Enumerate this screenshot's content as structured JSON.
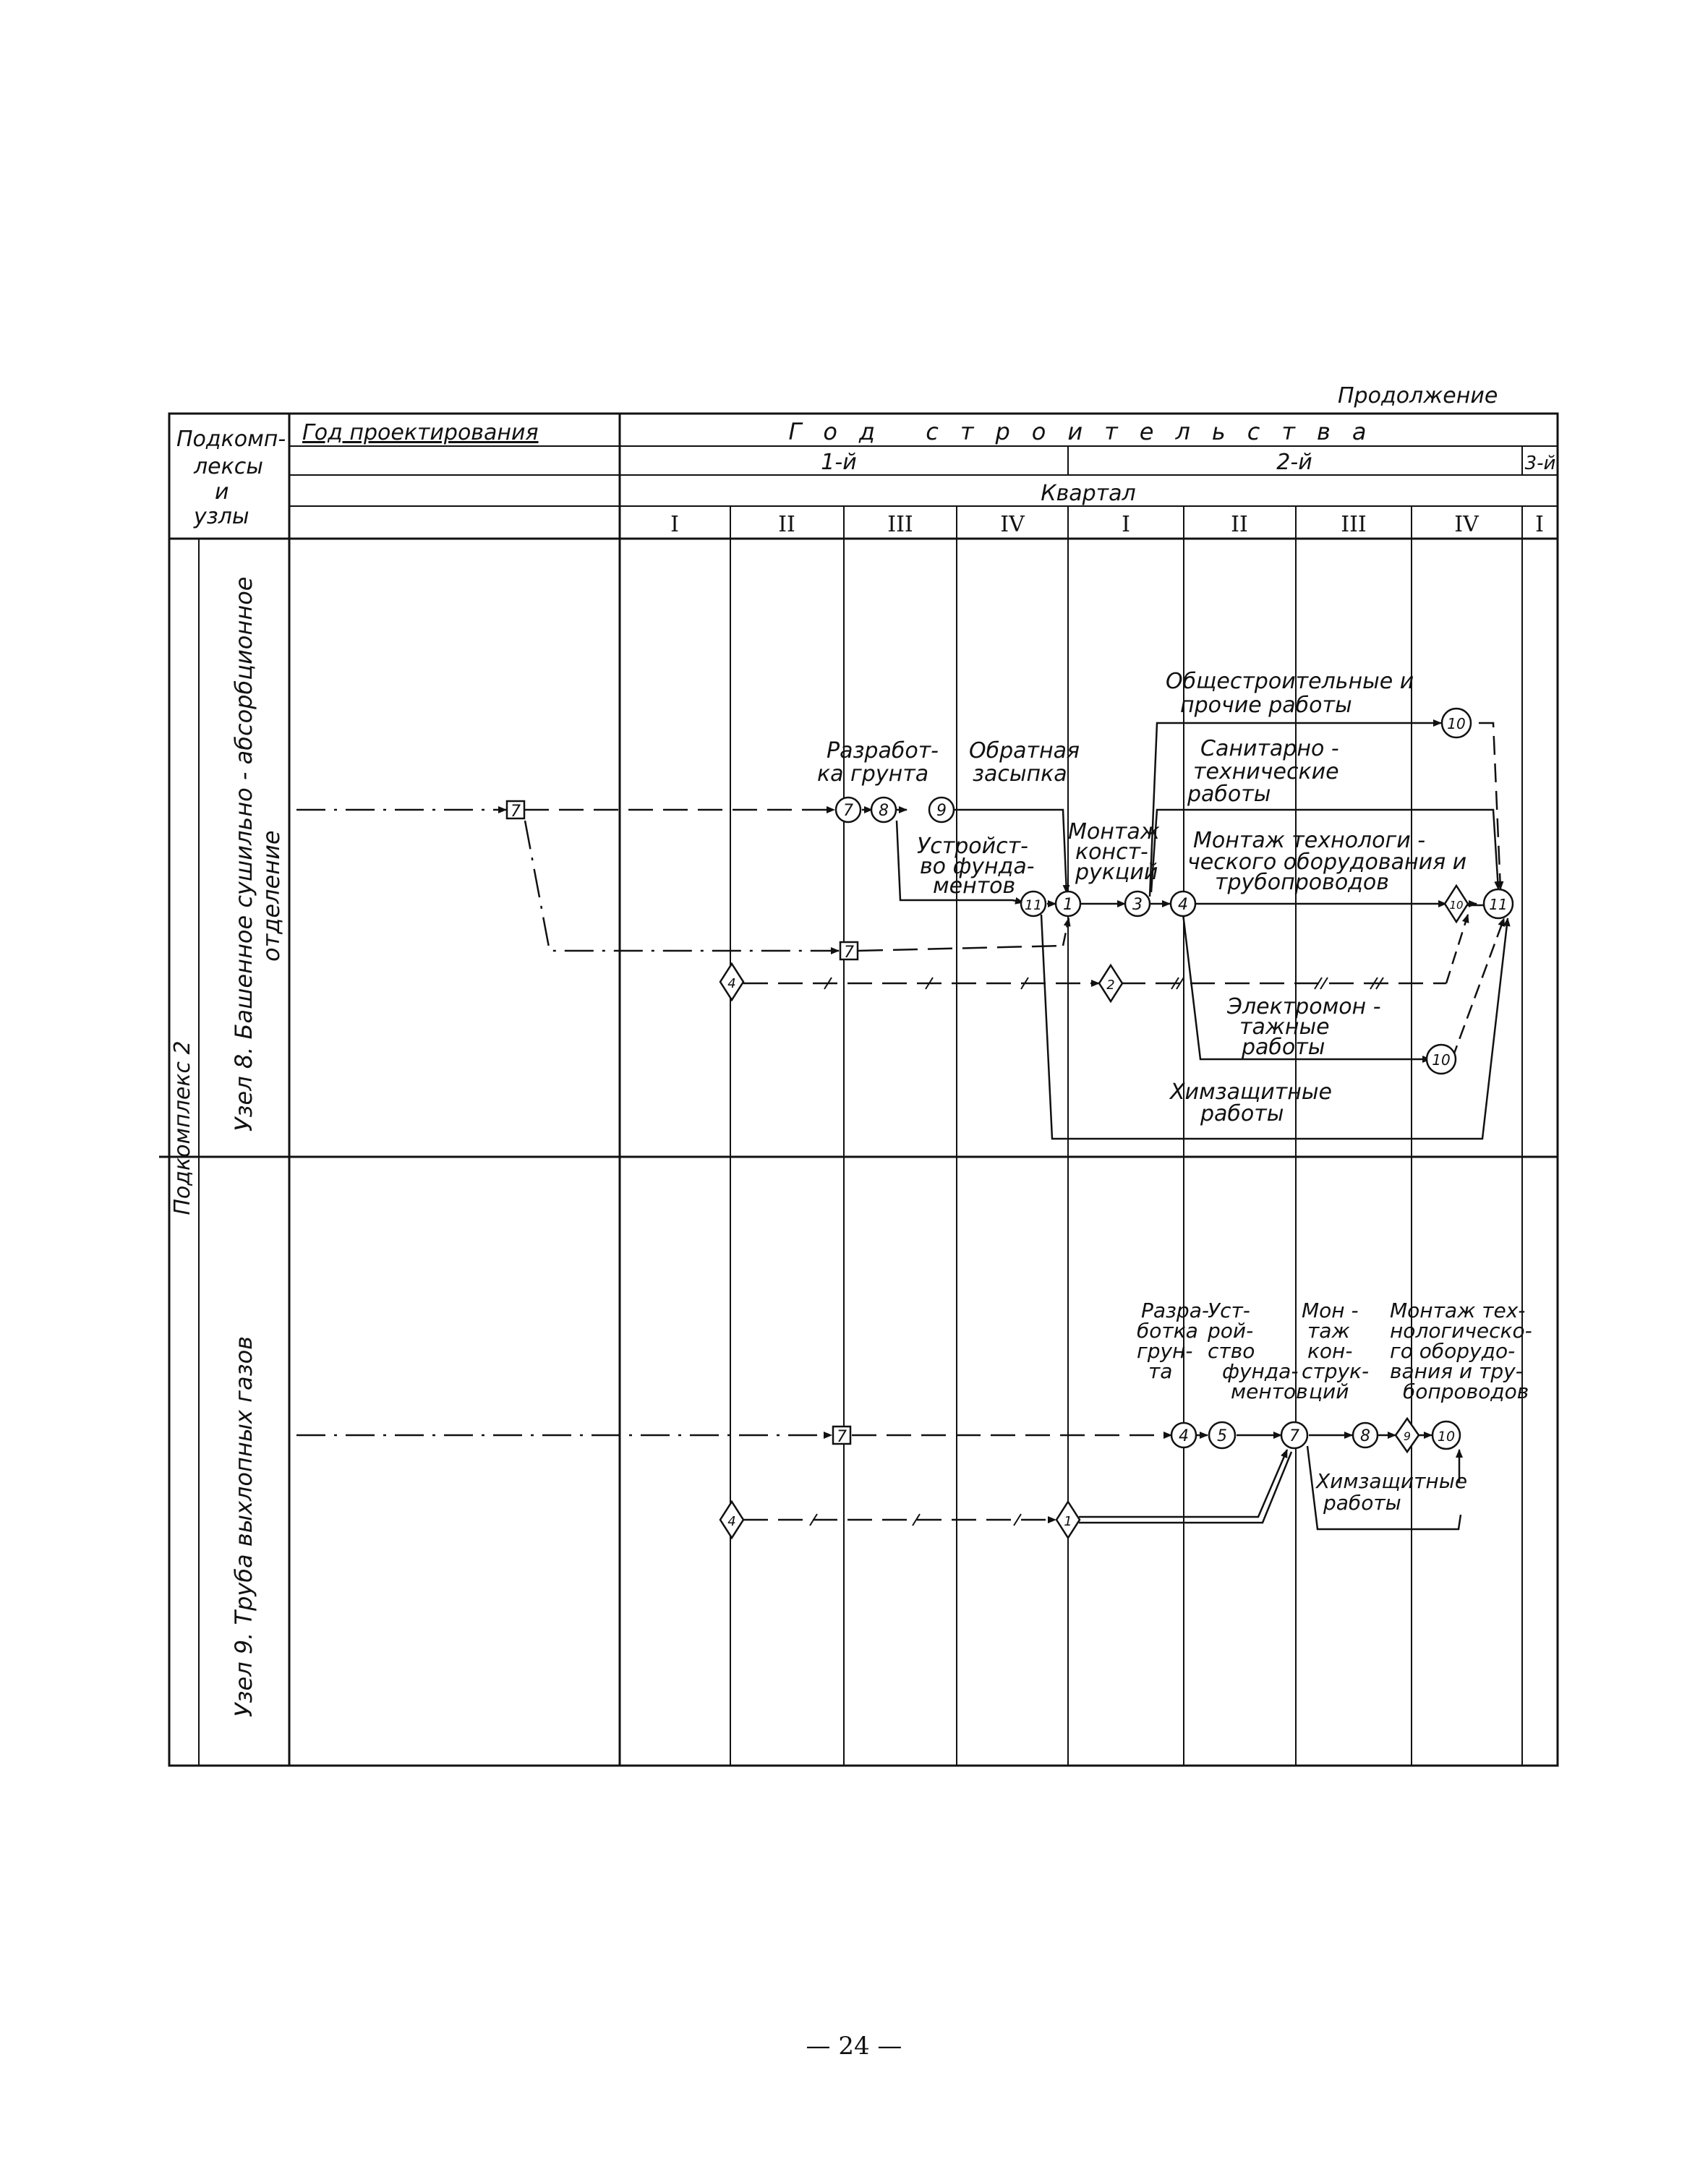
{
  "continuation": "Продолжение",
  "page_number": "— 24 —",
  "header": {
    "subcomplexes_label": [
      "Подкомп-",
      "лексы",
      "и",
      "узлы"
    ],
    "design_year": "Год проектирования",
    "construction_year": "Год строительства",
    "years": [
      "1-й",
      "2-й",
      "3-й"
    ],
    "quarter": "Квартал",
    "quarters": [
      "I",
      "II",
      "III",
      "IV",
      "I",
      "II",
      "III",
      "IV",
      "I"
    ]
  },
  "rows": {
    "subcomplex": "Подкомплекс 2",
    "node8": "Узел 8. Башенное сушильно - абсорбционное отделение",
    "node8_line1": "Узел 8. Башенное сушильно - абсорбционное",
    "node8_line2": "отделение",
    "node9": "Узел 9. Труба выхлопных газов"
  },
  "node8_labels": {
    "general": [
      "Общестроительные и",
      "прочие работы"
    ],
    "excavation": [
      "Разработ-",
      "ка грунта"
    ],
    "backfill": [
      "Обратная",
      "засыпка"
    ],
    "sanitary": [
      "Санитарно -",
      "технические",
      "работы"
    ],
    "foundation": [
      "Устройст-",
      "во фунда-",
      "ментов"
    ],
    "structures": [
      "Монтаж",
      "конст-",
      "рукций"
    ],
    "equipment": [
      "Монтаж технологи -",
      "ческого оборудования и",
      "трубопроводов"
    ],
    "electrical": [
      "Электромон -",
      "тажные",
      "работы"
    ],
    "chemical": [
      "Химзащитные",
      "работы"
    ]
  },
  "node9_labels": {
    "excavation": [
      "Разра-",
      "ботка",
      "грун-",
      "та"
    ],
    "foundation": [
      "Уст-",
      "рой-",
      "ство",
      "фунда-",
      "ментов"
    ],
    "structures": [
      "Мон -",
      "таж",
      "кон-",
      "струк-",
      "ций"
    ],
    "equipment": [
      "Монтаж тех-",
      "нологическо-",
      "го оборудо-",
      "вания и тру-",
      "бопроводов"
    ],
    "chemical": [
      "Химзащитные",
      "работы"
    ]
  },
  "node_numbers": {
    "n8_square_top": "7",
    "n8_square_mid": "7",
    "n8_diamond_left": "4",
    "n8_diamond_mid": "2",
    "n8_diamond_right": "10",
    "n8_c7": "7",
    "n8_c8": "8",
    "n8_c9": "9",
    "n8_c11a": "11",
    "n8_c1": "1",
    "n8_c3": "3",
    "n8_c4": "4",
    "n8_c10top": "10",
    "n8_c11end": "11",
    "n8_c10bot": "10",
    "n9_square": "7",
    "n9_diamond_left": "4",
    "n9_diamond_mid": "1",
    "n9_diamond_right": "9",
    "n9_c4": "4",
    "n9_c5": "5",
    "n9_c7": "7",
    "n9_c8": "8",
    "n9_c10": "10"
  }
}
